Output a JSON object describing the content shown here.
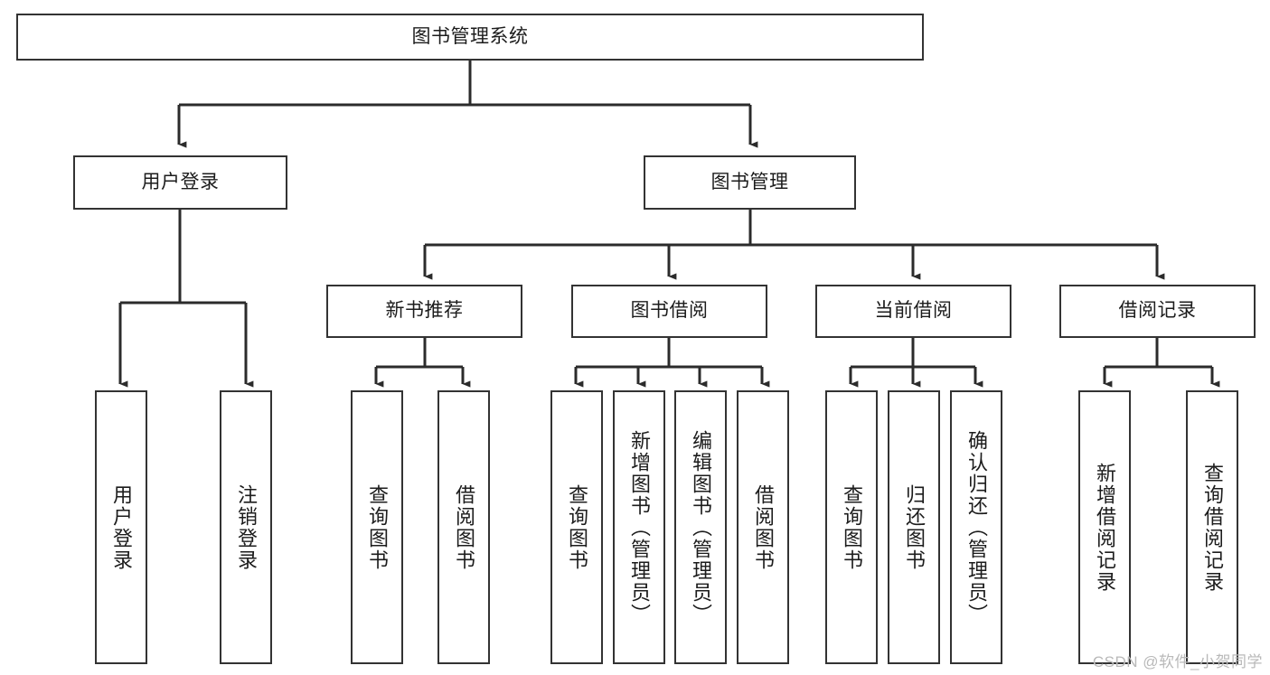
{
  "diagram": {
    "type": "hierarchy-tree",
    "title": "图书管理系统",
    "stroke_color": "#333333",
    "box_fill": "#ffffff",
    "text_color": "#1c1c1c",
    "root": {
      "label": "图书管理系统",
      "name": "node-root-library-system"
    },
    "level2": [
      {
        "label": "用户登录",
        "name": "node-user-login"
      },
      {
        "label": "图书管理",
        "name": "node-book-management"
      }
    ],
    "level3": [
      {
        "label": "新书推荐",
        "name": "node-new-book-recommend"
      },
      {
        "label": "图书借阅",
        "name": "node-book-borrow"
      },
      {
        "label": "当前借阅",
        "name": "node-current-borrow"
      },
      {
        "label": "借阅记录",
        "name": "node-borrow-record"
      }
    ],
    "leaves": {
      "user_login": [
        {
          "label": "用户登录",
          "name": "leaf-user-login"
        },
        {
          "label": "注销登录",
          "name": "leaf-logout"
        }
      ],
      "new_book_recommend": [
        {
          "label": "查询图书",
          "name": "leaf-query-book-recommend"
        },
        {
          "label": "借阅图书",
          "name": "leaf-borrow-book-recommend"
        }
      ],
      "book_borrow": [
        {
          "label": "查询图书",
          "name": "leaf-query-book-borrow"
        },
        {
          "label": "新增图书（管理员）",
          "name": "leaf-add-book-admin"
        },
        {
          "label": "编辑图书（管理员）",
          "name": "leaf-edit-book-admin"
        },
        {
          "label": "借阅图书",
          "name": "leaf-borrow-book"
        }
      ],
      "current_borrow": [
        {
          "label": "查询图书",
          "name": "leaf-query-book-current"
        },
        {
          "label": "归还图书",
          "name": "leaf-return-book"
        },
        {
          "label": "确认归还（管理员）",
          "name": "leaf-confirm-return-admin"
        }
      ],
      "borrow_record": [
        {
          "label": "新增借阅记录",
          "name": "leaf-add-borrow-record"
        },
        {
          "label": "查询借阅记录",
          "name": "leaf-query-borrow-record"
        }
      ]
    }
  },
  "watermark": {
    "text": "CSDN @软件_小贺同学"
  }
}
